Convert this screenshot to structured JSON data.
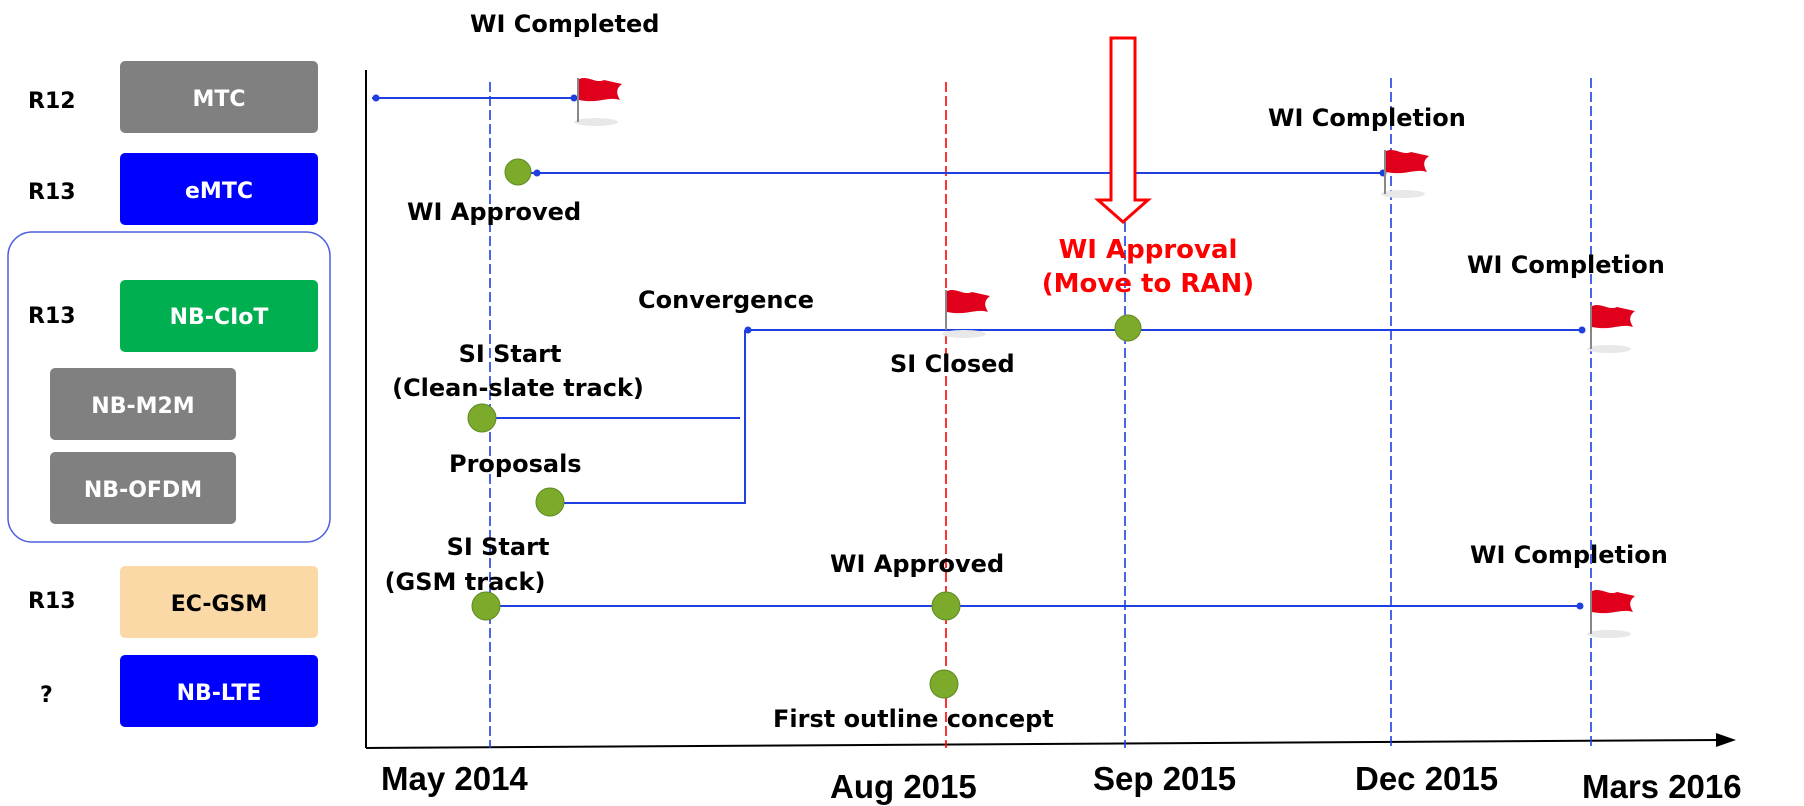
{
  "releases": [
    {
      "release": "R12",
      "name": "MTC",
      "color": "#808080",
      "text_color": "#ffffff"
    },
    {
      "release": "R13",
      "name": "eMTC",
      "color": "#0000ff",
      "text_color": "#ffffff"
    },
    {
      "release": "R13",
      "name": "NB-CIoT",
      "color": "#00b050",
      "text_color": "#ffffff"
    },
    {
      "release": "",
      "name": "NB-M2M",
      "color": "#808080",
      "text_color": "#ffffff"
    },
    {
      "release": "",
      "name": "NB-OFDM",
      "color": "#808080",
      "text_color": "#ffffff"
    },
    {
      "release": "R13",
      "name": "EC-GSM",
      "color": "#fbd9a6",
      "text_color": "#000000"
    },
    {
      "release": "?",
      "name": "NB-LTE",
      "color": "#0000ff",
      "text_color": "#ffffff"
    }
  ],
  "dates": [
    "May 2014",
    "Aug 2015",
    "Sep 2015",
    "Dec 2015",
    "Mars 2016"
  ],
  "labels": {
    "wi_completed": "WI Completed",
    "wi_completion_emtc": "WI Completion",
    "wi_approved_emtc": "WI Approved",
    "wi_approval_l1": "WI Approval",
    "wi_approval_l2": "(Move to RAN)",
    "wi_completion_nb": "WI Completion",
    "convergence": "Convergence",
    "si_start_l1": "SI Start",
    "si_start_l2": "(Clean-slate track)",
    "si_closed": "SI Closed",
    "proposals": "Proposals",
    "si_start_gsm_l1": "SI Start",
    "si_start_gsm_l2": "(GSM track)",
    "wi_approved_gsm": "WI  Approved",
    "wi_completion_gsm": "WI Completion",
    "first_outline": "First outline concept"
  },
  "colors": {
    "timeline": "#1f3fe0",
    "highlight": "#ff0000",
    "milestone": "#7cab2c",
    "flag": "#e0001b"
  }
}
